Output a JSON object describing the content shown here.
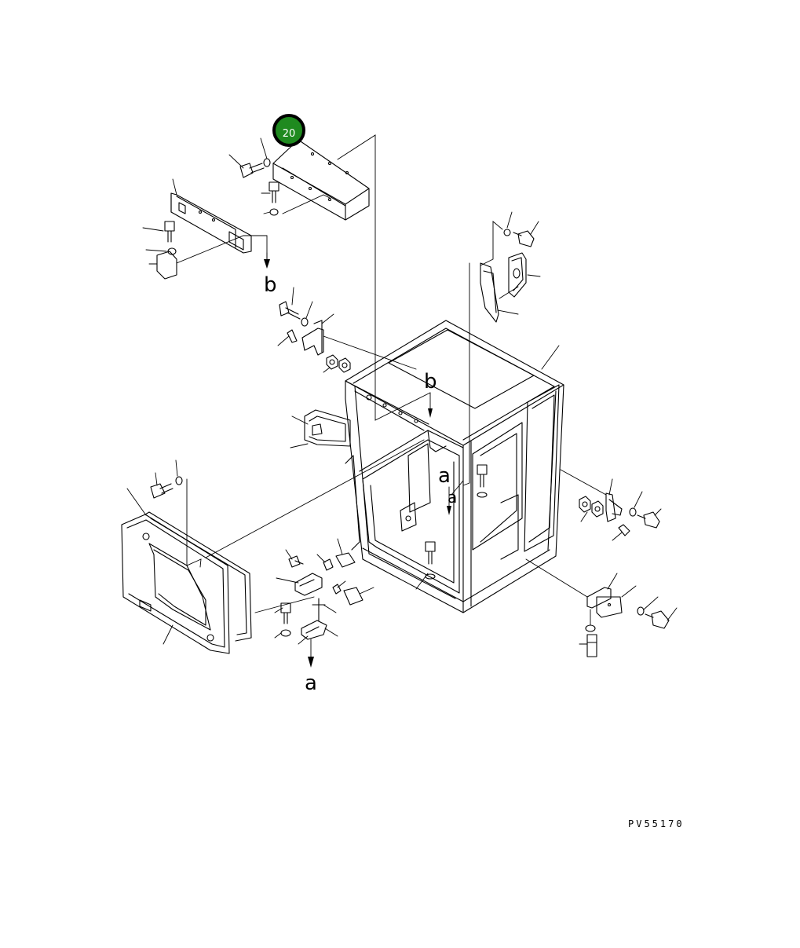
{
  "diagram": {
    "drawing_code": "PV55170",
    "badge": {
      "label": "20",
      "fill": "#1f8a1f",
      "ring": "#000000"
    },
    "callouts": [
      "b",
      "b",
      "a",
      "a",
      "a"
    ]
  }
}
